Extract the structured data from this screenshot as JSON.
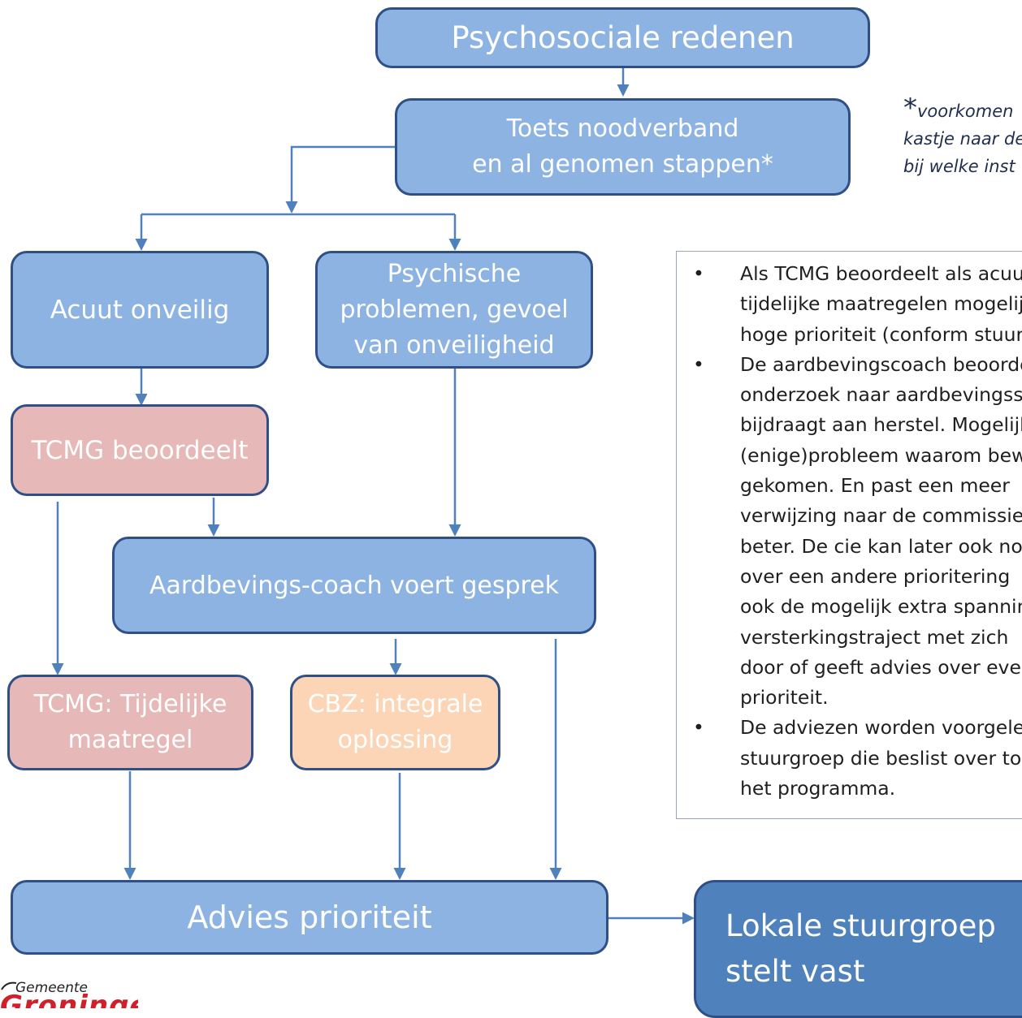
{
  "nodes": {
    "psychosociale": "Psychosociale redenen",
    "toets": "Toets noodverband\nen al genomen stappen*",
    "acuut": "Acuut onveilig",
    "psychische": "Psychische\nproblemen, gevoel\nvan onveiligheid",
    "tcmg_beoordeelt": "TCMG beoordeelt",
    "coach": "Aardbevings-coach voert gesprek",
    "tcmg_maatregel": "TCMG: Tijdelijke\nmaatregel",
    "cbz": "CBZ: integrale\noplossing",
    "advies": "Advies prioriteit",
    "stuurgroep": "Lokale stuurgroep\nstelt vast"
  },
  "footnote": {
    "star": "*",
    "line1": "voorkomen",
    "line2": "kastje naar de",
    "line3": "bij welke inst"
  },
  "panel": {
    "bullets": [
      [
        "Als TCMG beoordeelt als acuut",
        "tijdelijke maatregelen mogelijk",
        "hoge prioriteit (conform stuurgroep"
      ],
      [
        "De aardbevingscoach beoordeelt",
        "onderzoek naar aardbevingsschade",
        "bijdraagt aan herstel. Mogelijk",
        "(enige)probleem waarom bewoner",
        "gekomen. En past een meer",
        "verwijzing naar de commissie",
        "beter. De cie kan later ook nog",
        "over een andere prioritering",
        "ook de mogelijk extra spanning",
        "versterkingstraject met zich",
        "door of geeft advies over eventuele",
        "prioriteit."
      ],
      [
        "De adviezen worden voorgelegd",
        "stuurgroep die beslist over toekenning",
        "het programma."
      ]
    ]
  },
  "logo": {
    "line1": "Gemeente",
    "line2": "Groningen"
  },
  "colors": {
    "box_blue": "#8db3e2",
    "box_pink": "#e6b8b8",
    "box_peach": "#fbd5b5",
    "box_dark": "#4f81bd",
    "connector": "#4f81bd",
    "border": "#2f4f86"
  }
}
